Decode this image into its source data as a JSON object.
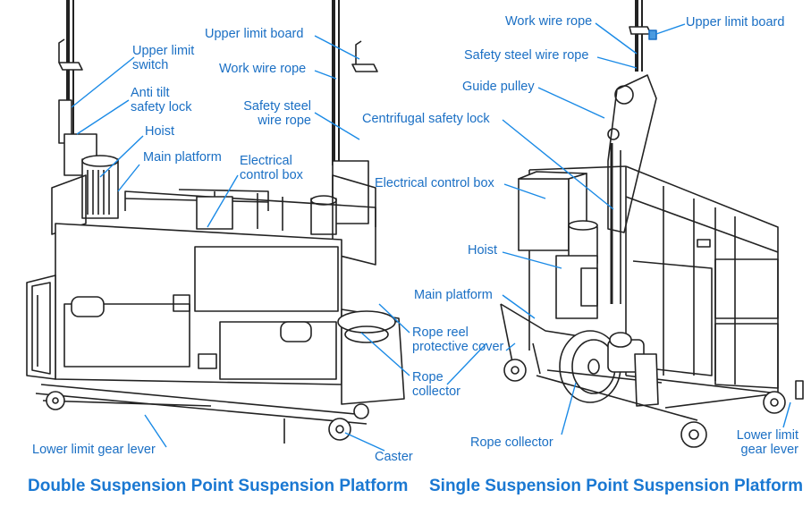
{
  "colors": {
    "accent": "#1a6fc4",
    "caption": "#1a78d2",
    "line": "#222222",
    "leader": "#1a8ae6"
  },
  "left": {
    "title": "Double Suspension Point Suspension Platform",
    "labels": {
      "upper_limit_board": "Upper limit board",
      "upper_limit_switch_1": "Upper limit",
      "upper_limit_switch_2": "switch",
      "work_wire_rope": "Work wire rope",
      "anti_tilt_1": "Anti tilt",
      "anti_tilt_2": "safety lock",
      "safety_steel_1": "Safety steel",
      "safety_steel_2": "wire rope",
      "hoist": "Hoist",
      "main_platform": "Main platform",
      "electrical_1": "Electrical",
      "electrical_2": "control box",
      "rope_reel_1": "Rope reel",
      "rope_reel_2": "protective cover",
      "rope_collector_1": "Rope",
      "rope_collector_2": "collector",
      "lower_limit": "Lower limit gear lever",
      "caster": "Caster"
    }
  },
  "right": {
    "title": "Single Suspension Point Suspension Platform",
    "labels": {
      "work_wire_rope": "Work wire rope",
      "upper_limit_board": "Upper limit board",
      "safety_steel": "Safety steel wire rope",
      "guide_pulley": "Guide pulley",
      "centrifugal": "Centrifugal safety lock",
      "electrical": "Electrical control box",
      "hoist": "Hoist",
      "main_platform": "Main platform",
      "rope_collector": "Rope collector",
      "lower_limit_1": "Lower limit",
      "lower_limit_2": "gear lever"
    }
  }
}
